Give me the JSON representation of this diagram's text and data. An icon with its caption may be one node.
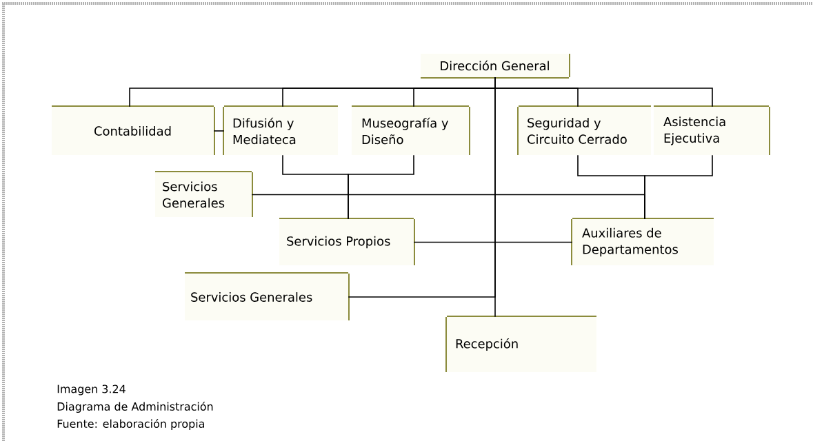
{
  "diagram": {
    "nodes": [
      {
        "text": [
          "Dirección General"
        ]
      },
      {
        "text": [
          "Contabilidad"
        ]
      },
      {
        "text": [
          "Difusión y Mediateca"
        ]
      },
      {
        "text": [
          "Museografía y Diseño"
        ]
      },
      {
        "text": [
          "Seguridad y Circuito Cerrado"
        ]
      },
      {
        "text": [
          "Asistencia Ejecutiva"
        ]
      },
      {
        "text": [
          "Servicios Generales"
        ]
      },
      {
        "text": [
          "Servicios Propios"
        ]
      },
      {
        "text": [
          "Auxiliares de Departamentos"
        ]
      },
      {
        "text": [
          "Servicios Generales"
        ]
      },
      {
        "text": [
          "Recepción"
        ]
      }
    ],
    "edges": [
      {
        "from": 0,
        "to": 1,
        "arrow": "none"
      },
      {
        "from": 0,
        "to": 2,
        "arrow": "none"
      },
      {
        "from": 0,
        "to": 3,
        "arrow": "none"
      },
      {
        "from": 0,
        "to": 4,
        "arrow": "none"
      },
      {
        "from": 0,
        "to": 5,
        "arrow": "none"
      },
      {
        "from": 0,
        "to": 10,
        "arrow": "none"
      },
      {
        "from": 1,
        "to": 2,
        "arrow": "none"
      },
      {
        "from": 2,
        "to": 7,
        "arrow": "none"
      },
      {
        "from": 3,
        "to": 7,
        "arrow": "none"
      },
      {
        "from": 4,
        "to": 8,
        "arrow": "none"
      },
      {
        "from": 5,
        "to": 8,
        "arrow": "none"
      },
      {
        "from": 6,
        "to": 8,
        "arrow": "none"
      },
      {
        "from": 7,
        "to": 8,
        "arrow": "none"
      },
      {
        "from": 9,
        "to": 0,
        "arrow": "none"
      }
    ],
    "labels": [
      "Imagen 3.24",
      "Diagrama de Administración",
      "Fuente: elaboración propia"
    ]
  }
}
